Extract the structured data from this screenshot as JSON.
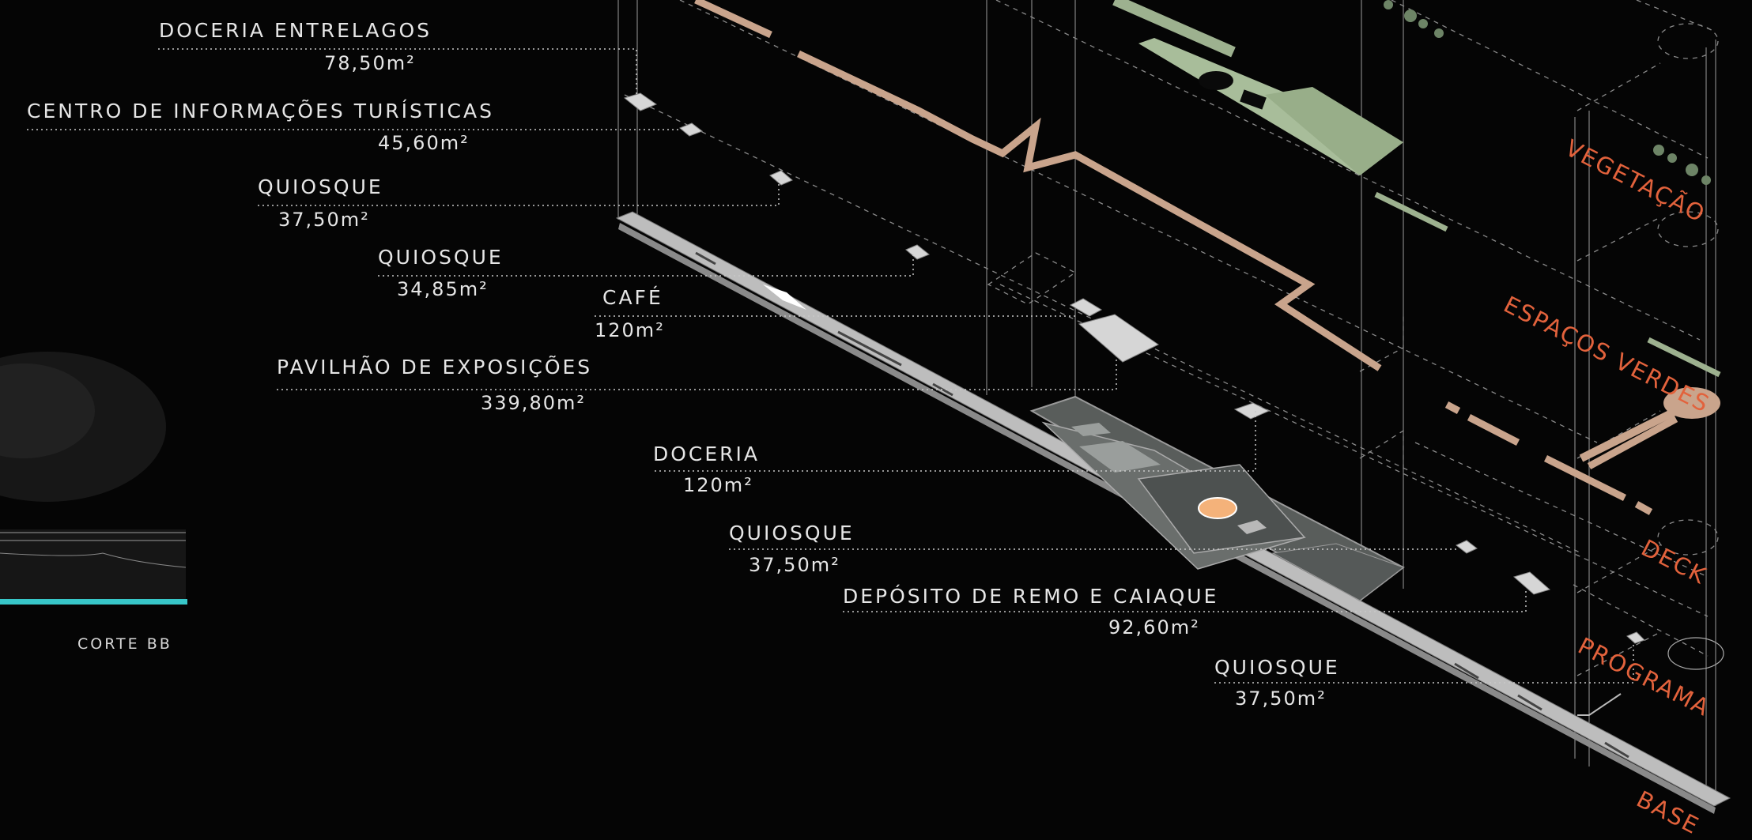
{
  "labels": [
    {
      "name": "DOCERIA ENTRELAGOS",
      "area": "78,50m²"
    },
    {
      "name": "CENTRO DE INFORMAÇÕES TURÍSTICAS",
      "area": "45,60m²"
    },
    {
      "name": "QUIOSQUE",
      "area": "37,50m²"
    },
    {
      "name": "QUIOSQUE",
      "area": "34,85m²"
    },
    {
      "name": "CAFÉ",
      "area": "120m²"
    },
    {
      "name": "PAVILHÃO DE EXPOSIÇÕES",
      "area": "339,80m²"
    },
    {
      "name": "DOCERIA",
      "area": "120m²"
    },
    {
      "name": "QUIOSQUE",
      "area": "37,50m²"
    },
    {
      "name": "DEPÓSITO DE REMO E CAIAQUE",
      "area": "92,60m²"
    },
    {
      "name": "QUIOSQUE",
      "area": "37,50m²"
    }
  ],
  "layers": [
    "VEGETAÇÃO",
    "ESPAÇOS VERDES",
    "DECK",
    "PROGRAMA",
    "BASE"
  ],
  "section_caption": "CORTE BB",
  "colors": {
    "background": "#050505",
    "layer_label": "#e2623c",
    "vegetation": "#9db18f",
    "deck": "#c9a48c",
    "platform": "#5a5e5c",
    "accent": "#f4b27a",
    "water": "#38c7c9"
  }
}
